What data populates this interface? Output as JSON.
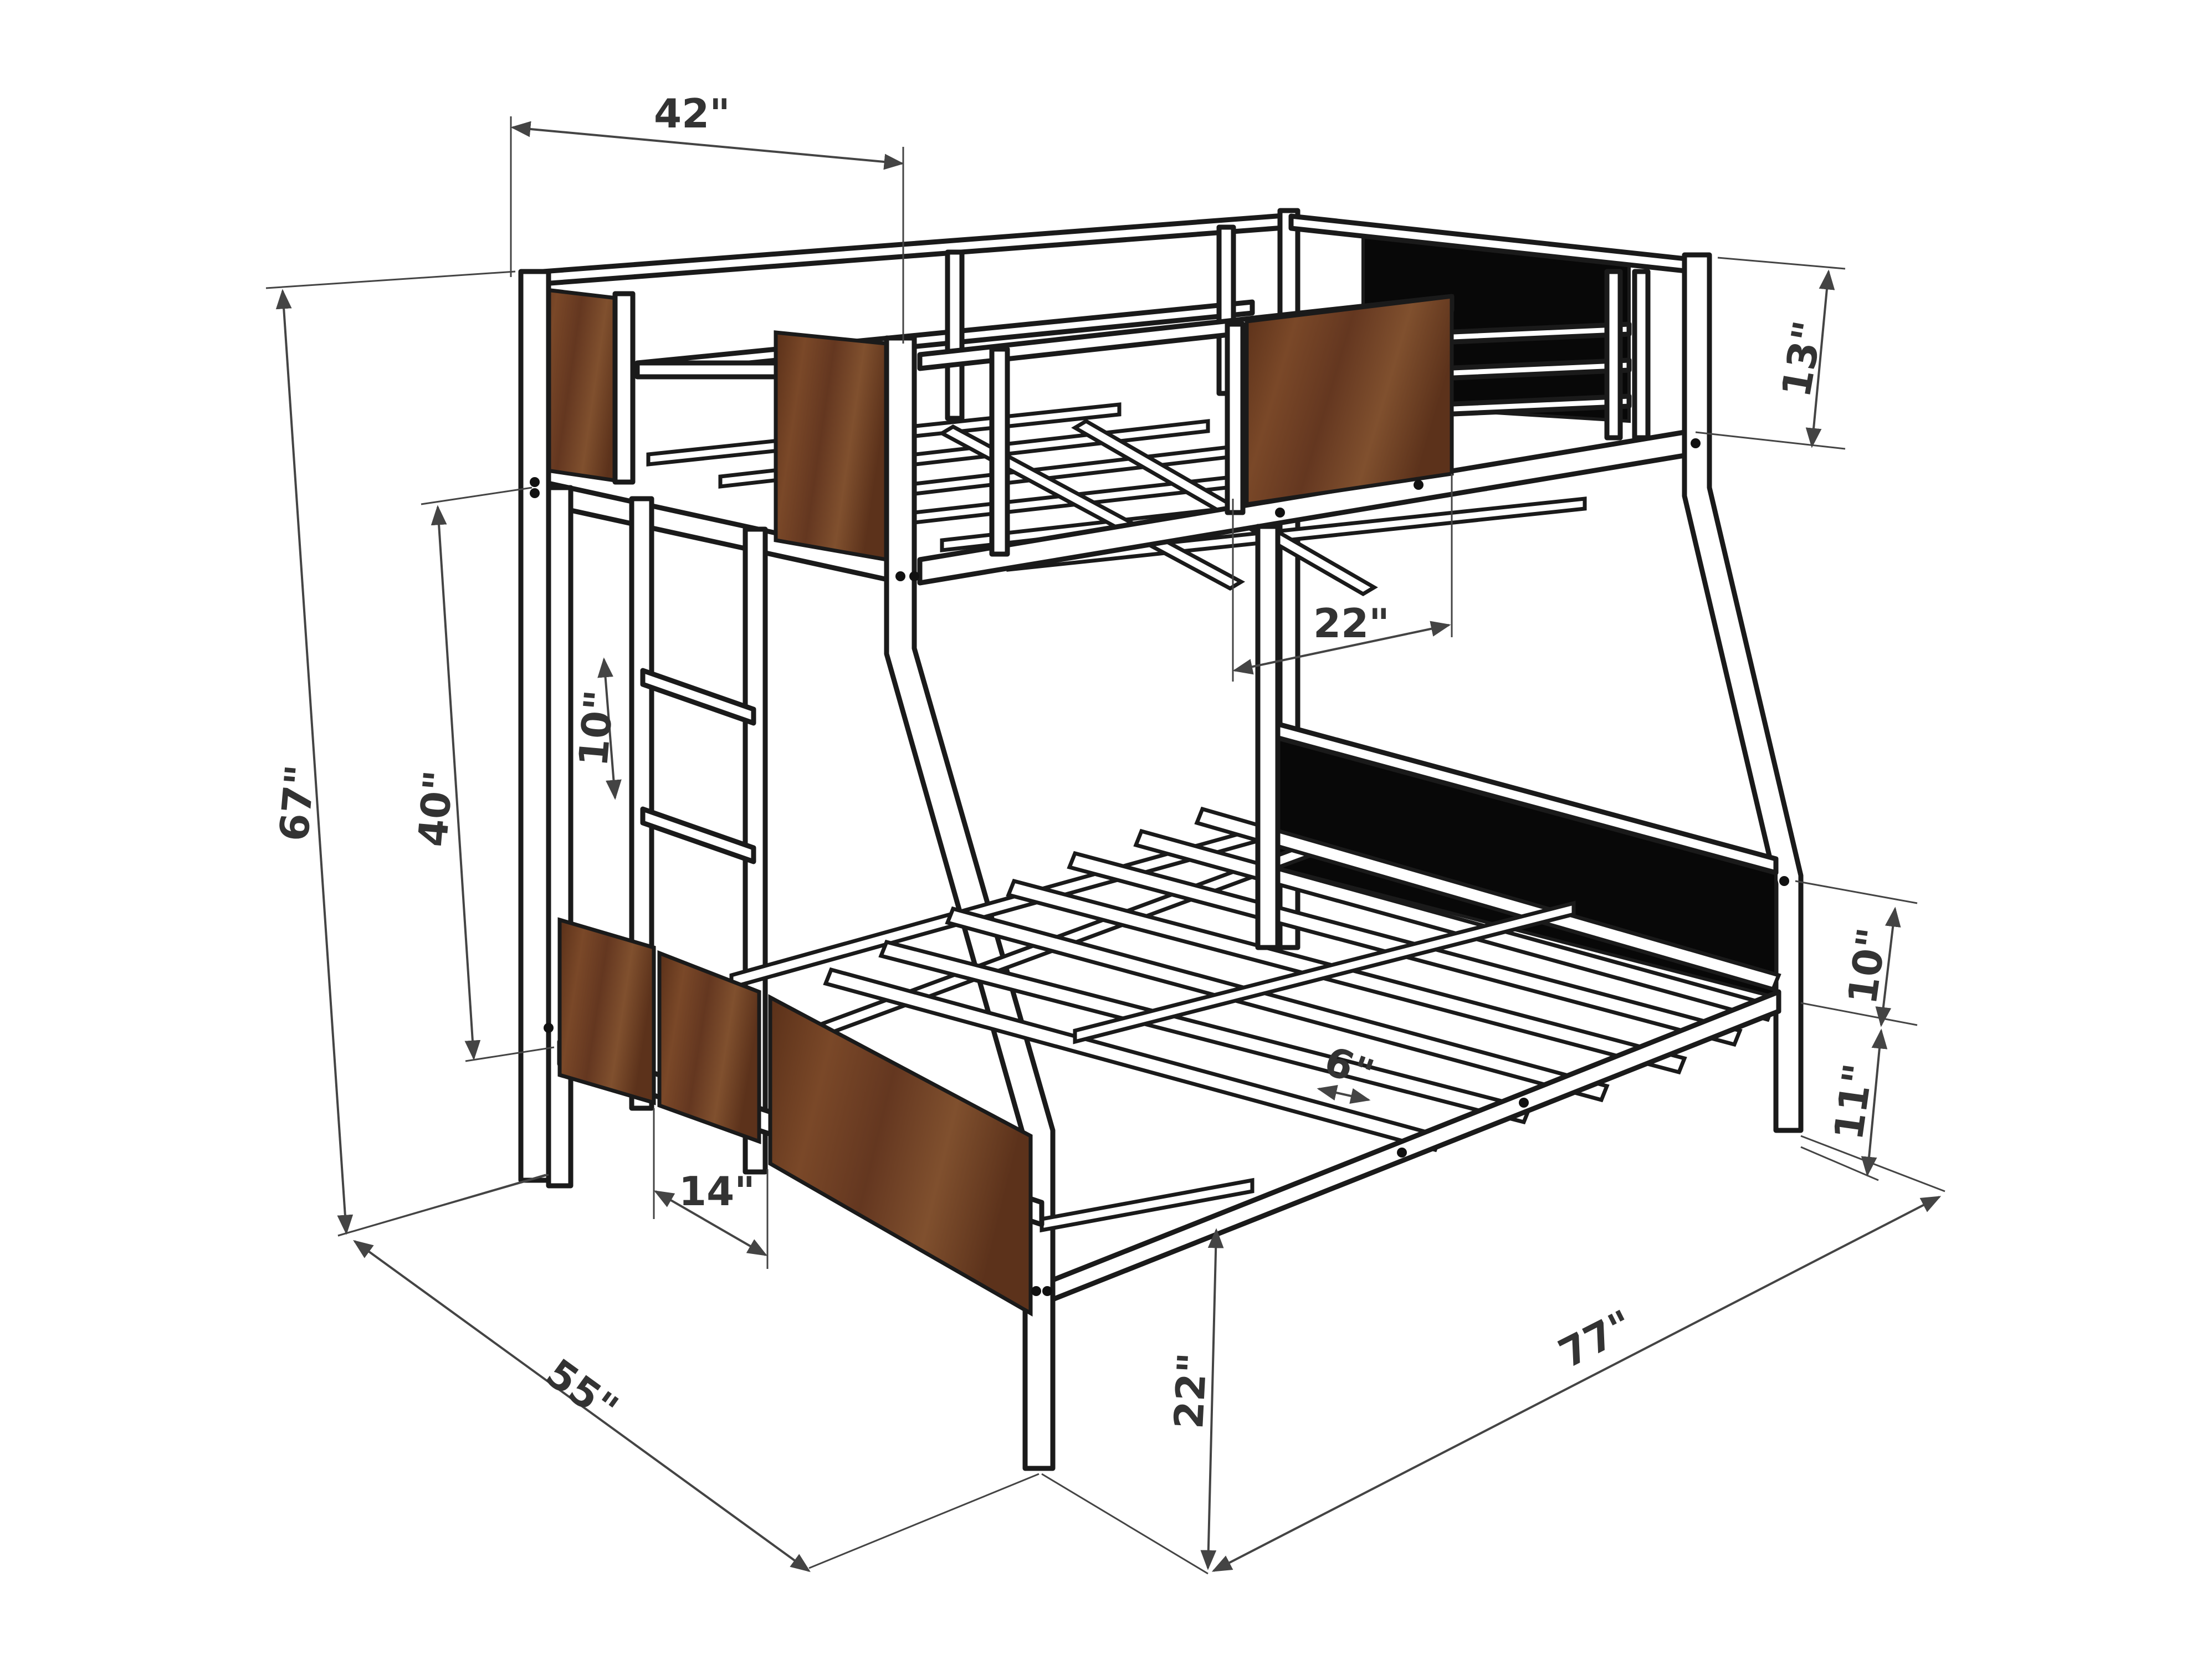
{
  "dimensions": {
    "top_width": "42\"",
    "guard_height": "13\"",
    "total_height": "67\"",
    "lower_clearance": "40\"",
    "ladder_rung_spacing": "10\"",
    "panel_width": "22\"",
    "ladder_width": "14\"",
    "footboard_height": "10\"",
    "rail_height": "11\"",
    "slat_spacing": "6\"",
    "bottom_height": "22\"",
    "depth": "55\"",
    "length": "77\""
  },
  "colors": {
    "frame": "#ffffff",
    "outline": "#1a1a1a",
    "wood": "#6e3f22",
    "panel_black": "#080808",
    "dimension": "#333333"
  }
}
